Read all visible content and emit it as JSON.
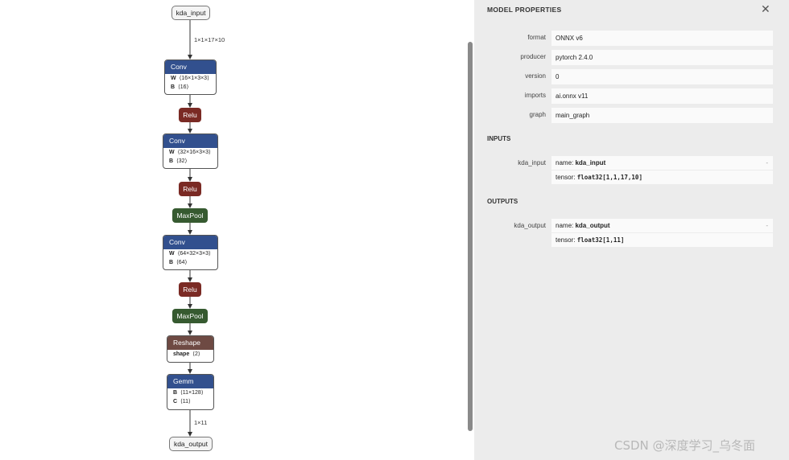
{
  "graph": {
    "input_node": "kda_input",
    "output_node": "kda_output",
    "edge_input_shape": "1×1×17×10",
    "edge_output_shape": "1×11",
    "conv1": {
      "title": "Conv",
      "w_key": "W",
      "w_val": "⟨16×1×3×3⟩",
      "b_key": "B",
      "b_val": "⟨16⟩"
    },
    "relu1": "Relu",
    "conv2": {
      "title": "Conv",
      "w_key": "W",
      "w_val": "⟨32×16×3×3⟩",
      "b_key": "B",
      "b_val": "⟨32⟩"
    },
    "relu2": "Relu",
    "pool1": "MaxPool",
    "conv3": {
      "title": "Conv",
      "w_key": "W",
      "w_val": "⟨64×32×3×3⟩",
      "b_key": "B",
      "b_val": "⟨64⟩"
    },
    "relu3": "Relu",
    "pool2": "MaxPool",
    "reshape": {
      "title": "Reshape",
      "k": "shape",
      "v": "⟨2⟩"
    },
    "gemm": {
      "title": "Gemm",
      "b_key": "B",
      "b_val": "⟨11×128⟩",
      "c_key": "C",
      "c_val": "⟨11⟩"
    }
  },
  "panel": {
    "title": "MODEL PROPERTIES",
    "close": "✕",
    "props": [
      {
        "label": "format",
        "value": "ONNX v6"
      },
      {
        "label": "producer",
        "value": "pytorch 2.4.0"
      },
      {
        "label": "version",
        "value": "0"
      },
      {
        "label": "imports",
        "value": "ai.onnx v11"
      },
      {
        "label": "graph",
        "value": "main_graph"
      }
    ],
    "inputs_title": "INPUTS",
    "input": {
      "label": "kda_input",
      "name_prefix": "name: ",
      "name": "kda_input",
      "tensor_prefix": "tensor: ",
      "tensor": "float32[1,1,17,10]",
      "expand": "-"
    },
    "outputs_title": "OUTPUTS",
    "output": {
      "label": "kda_output",
      "name_prefix": "name: ",
      "name": "kda_output",
      "tensor_prefix": "tensor: ",
      "tensor": "float32[1,11]",
      "expand": "-"
    }
  },
  "watermark": "CSDN @深度学习_乌冬面"
}
